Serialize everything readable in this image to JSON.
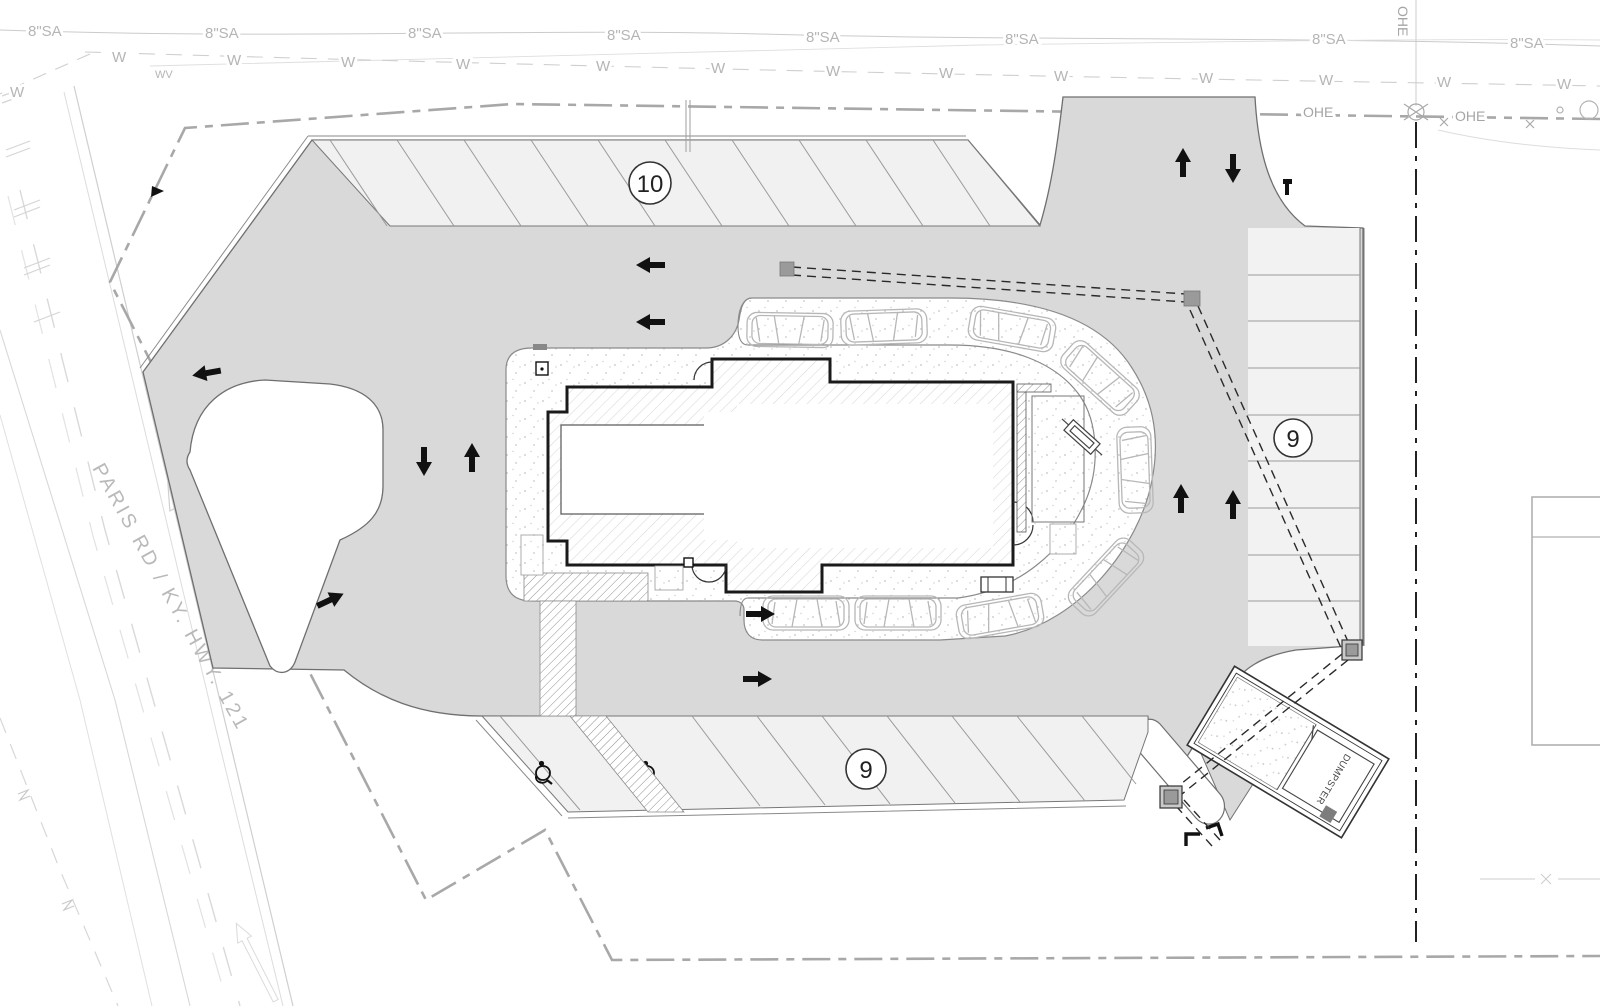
{
  "drawing": {
    "title": "commercial site plan with drive-thru building",
    "road_label": "PARIS RD / KY. HWY. 121",
    "utilities": {
      "sanitary_label": "8\"SA",
      "water_label": "W",
      "water_valve_label": "WV",
      "overhead_electric_label": "OHE"
    },
    "parking": {
      "north_count": "10",
      "south_count": "9",
      "east_count": "9"
    },
    "dumpster_label": "DUMPSTER",
    "icons": {
      "flow_arrow": "solid black traffic-flow arrow",
      "handicap": "accessible parking wheelchair symbol",
      "utility_pole": "circle pole symbol with x ticks",
      "utility_box": "small gray square utility box"
    },
    "colors": {
      "asphalt": "#d9d9d9",
      "stall_fill": "#f1f1f1",
      "building_outline": "#1a1a1a",
      "utility_gray": "#b5b5b5",
      "property_gray": "#a8a8a8",
      "property_black": "#222222"
    }
  }
}
